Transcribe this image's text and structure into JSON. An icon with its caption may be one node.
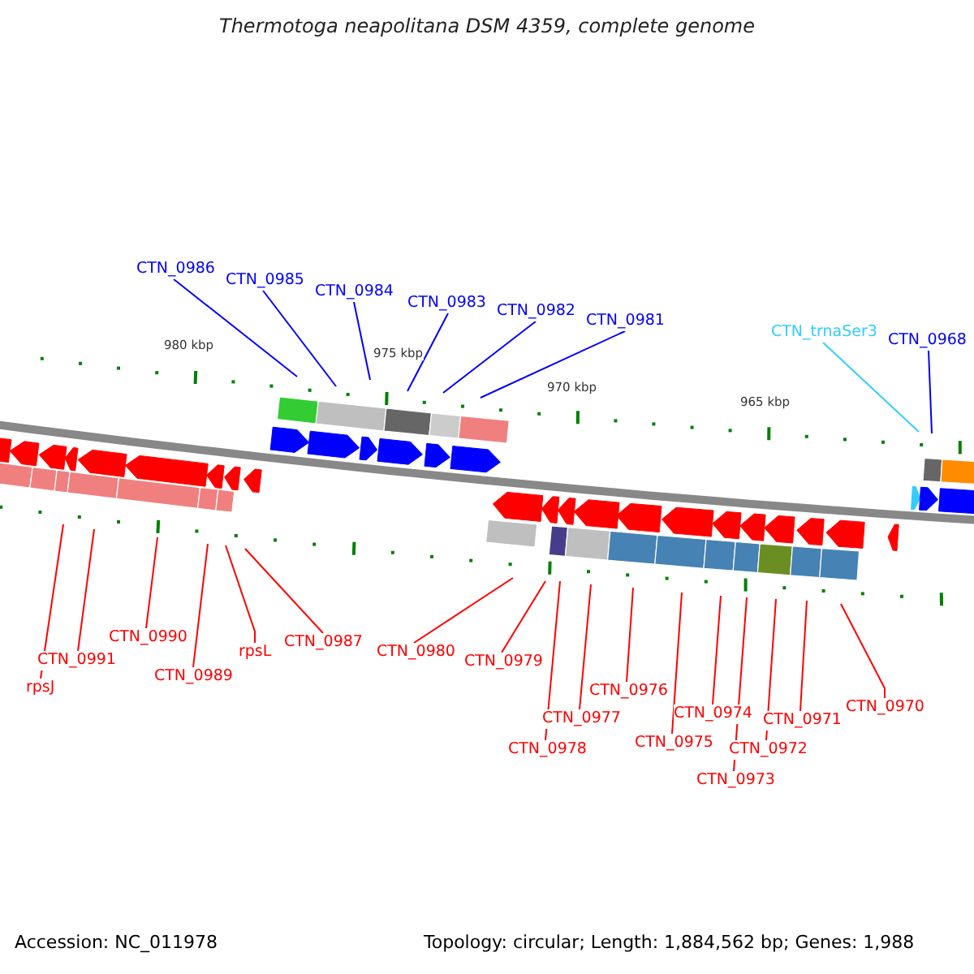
{
  "diagram": {
    "title": "Thermotoga neapolitana DSM 4359, complete genome",
    "nodes": [
      {
        "text": [
          "CTN_0986"
        ]
      },
      {
        "text": [
          "CTN_0985"
        ]
      },
      {
        "text": [
          "CTN_0984"
        ]
      },
      {
        "text": [
          "CTN_0983"
        ]
      },
      {
        "text": [
          "CTN_0982"
        ]
      },
      {
        "text": [
          "CTN_0981"
        ]
      },
      {
        "text": [
          "CTN_trnaSer3"
        ]
      },
      {
        "text": [
          "CTN_0968"
        ]
      },
      {
        "text": [
          "CTN_0991"
        ]
      },
      {
        "text": [
          "rpsJ"
        ]
      },
      {
        "text": [
          "CTN_0990"
        ]
      },
      {
        "text": [
          "CTN_0989"
        ]
      },
      {
        "text": [
          "rpsL"
        ]
      },
      {
        "text": [
          "CTN_0987"
        ]
      },
      {
        "text": [
          "CTN_0980"
        ]
      },
      {
        "text": [
          "CTN_0979"
        ]
      },
      {
        "text": [
          "CTN_0978"
        ]
      },
      {
        "text": [
          "CTN_0977"
        ]
      },
      {
        "text": [
          "CTN_0976"
        ]
      },
      {
        "text": [
          "CTN_0975"
        ]
      },
      {
        "text": [
          "CTN_0974"
        ]
      },
      {
        "text": [
          "CTN_0973"
        ]
      },
      {
        "text": [
          "CTN_0972"
        ]
      },
      {
        "text": [
          "CTN_0971"
        ]
      },
      {
        "text": [
          "CTN_0970"
        ]
      }
    ],
    "edges": [
      {
        "from": 0,
        "to": null,
        "arrow": "none",
        "color": "#0000ff"
      },
      {
        "from": 1,
        "to": null,
        "arrow": "none",
        "color": "#0000ff"
      },
      {
        "from": 2,
        "to": null,
        "arrow": "none",
        "color": "#0000ff"
      },
      {
        "from": 3,
        "to": null,
        "arrow": "none",
        "color": "#0000ff"
      },
      {
        "from": 4,
        "to": null,
        "arrow": "none",
        "color": "#0000ff"
      },
      {
        "from": 5,
        "to": null,
        "arrow": "none",
        "color": "#0000ff"
      },
      {
        "from": 6,
        "to": null,
        "arrow": "none",
        "color": "#33ccff"
      },
      {
        "from": 7,
        "to": null,
        "arrow": "none",
        "color": "#0000ff"
      },
      {
        "from": 8,
        "to": null,
        "arrow": "none"
      },
      {
        "from": 9,
        "to": null,
        "arrow": "none"
      },
      {
        "from": 10,
        "to": null,
        "arrow": "none"
      },
      {
        "from": 11,
        "to": null,
        "arrow": "none"
      },
      {
        "from": 12,
        "to": null,
        "arrow": "none"
      },
      {
        "from": 13,
        "to": null,
        "arrow": "none"
      },
      {
        "from": 14,
        "to": null,
        "arrow": "none"
      },
      {
        "from": 15,
        "to": null,
        "arrow": "none"
      },
      {
        "from": 16,
        "to": null,
        "arrow": "none"
      },
      {
        "from": 17,
        "to": null,
        "arrow": "none"
      },
      {
        "from": 18,
        "to": null,
        "arrow": "none"
      },
      {
        "from": 19,
        "to": null,
        "arrow": "none"
      },
      {
        "from": 20,
        "to": null,
        "arrow": "none"
      },
      {
        "from": 21,
        "to": null,
        "arrow": "none"
      },
      {
        "from": 22,
        "to": null,
        "arrow": "none"
      },
      {
        "from": 23,
        "to": null,
        "arrow": "none"
      },
      {
        "from": 24,
        "to": null,
        "arrow": "none"
      }
    ],
    "labels": [
      "980 kbp",
      "975 kbp",
      "970 kbp",
      "965 kbp",
      "Accession: NC_011978",
      "Topology: circular; Length: 1,884,562 bp; Genes: 1,988"
    ]
  }
}
